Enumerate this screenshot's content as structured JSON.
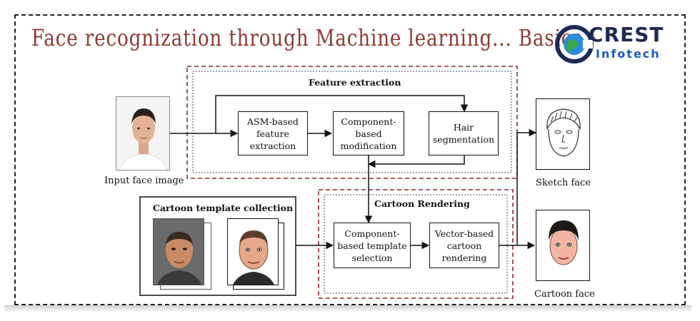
{
  "title": "Face recognization through Machine learning... Basics.",
  "logo": {
    "name": "CREST",
    "sub": "Infotech"
  },
  "diagram": {
    "feature_extraction_label": "Feature extraction",
    "cartoon_rendering_label": "Cartoon Rendering",
    "template_collection_label": "Cartoon template collection",
    "nodes": {
      "asm": "ASM-based feature extraction",
      "component_mod": "Component-based modification",
      "hair": "Hair segmentation",
      "template_sel": "Component-based template selection",
      "vector": "Vector-based cartoon rendering"
    },
    "captions": {
      "input": "Input face image",
      "sketch": "Sketch face",
      "cartoon": "Cartoon face"
    }
  },
  "colors": {
    "title": "#8a3a34",
    "dashed_outer": "#8b2a2a",
    "dotted_inner": "#3a4a7a"
  }
}
